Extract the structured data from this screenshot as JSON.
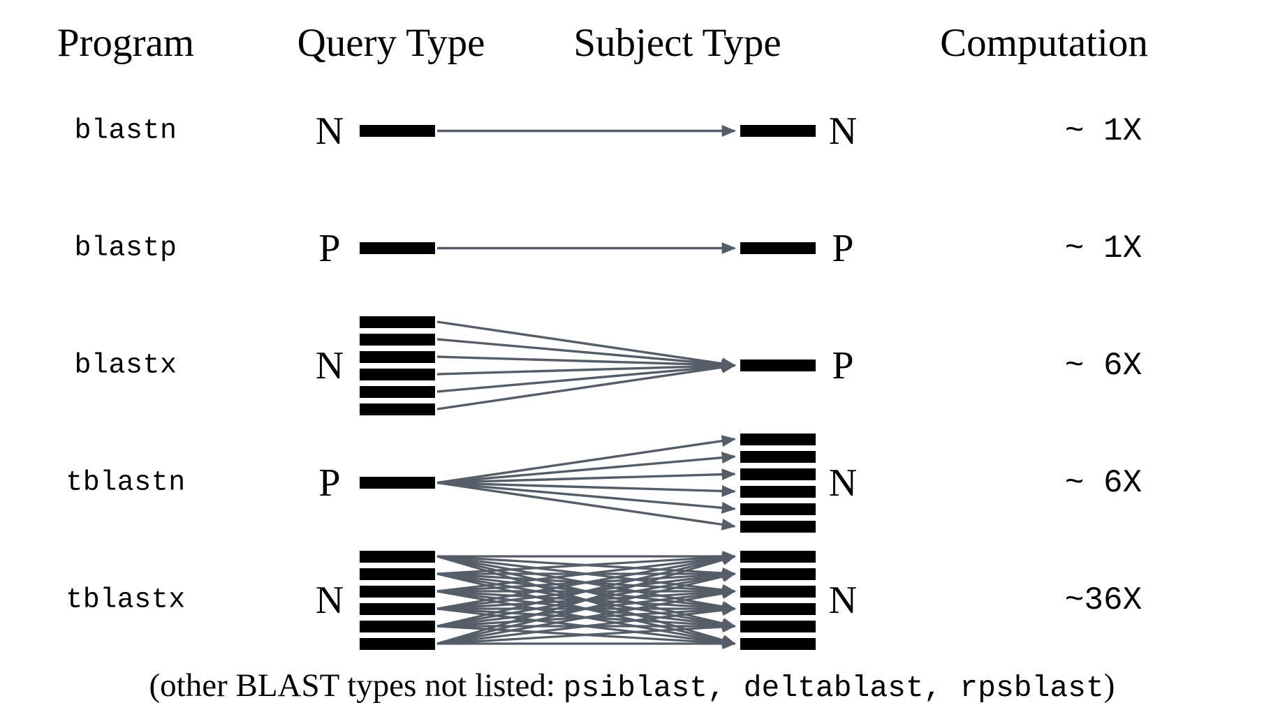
{
  "diagram": {
    "title_columns": [
      "Program",
      "Query Type",
      "Subject Type",
      "Computation"
    ],
    "accent_color": "#000000",
    "arrow_color": "#555e68",
    "background": "#ffffff"
  },
  "headers": {
    "program": "Program",
    "query_type": "Query Type",
    "subject_type": "Subject Type",
    "computation": "Computation"
  },
  "rows": [
    {
      "program": "blastn",
      "query_letter": "N",
      "query_frames": 1,
      "subject_letter": "N",
      "subject_frames": 1,
      "arrow_count": 1,
      "computation": "~ 1X"
    },
    {
      "program": "blastp",
      "query_letter": "P",
      "query_frames": 1,
      "subject_letter": "P",
      "subject_frames": 1,
      "arrow_count": 1,
      "computation": "~ 1X"
    },
    {
      "program": "blastx",
      "query_letter": "N",
      "query_frames": 6,
      "subject_letter": "P",
      "subject_frames": 1,
      "arrow_count": 6,
      "computation": "~ 6X"
    },
    {
      "program": "tblastn",
      "query_letter": "P",
      "query_frames": 1,
      "subject_letter": "N",
      "subject_frames": 6,
      "arrow_count": 6,
      "computation": "~ 6X"
    },
    {
      "program": "tblastx",
      "query_letter": "N",
      "query_frames": 6,
      "subject_letter": "N",
      "subject_frames": 6,
      "arrow_count": 36,
      "computation": "~36X"
    }
  ],
  "footer": {
    "prefix": "(other BLAST types not listed: ",
    "programs": "psiblast, deltablast, rpsblast",
    "suffix": ")"
  }
}
